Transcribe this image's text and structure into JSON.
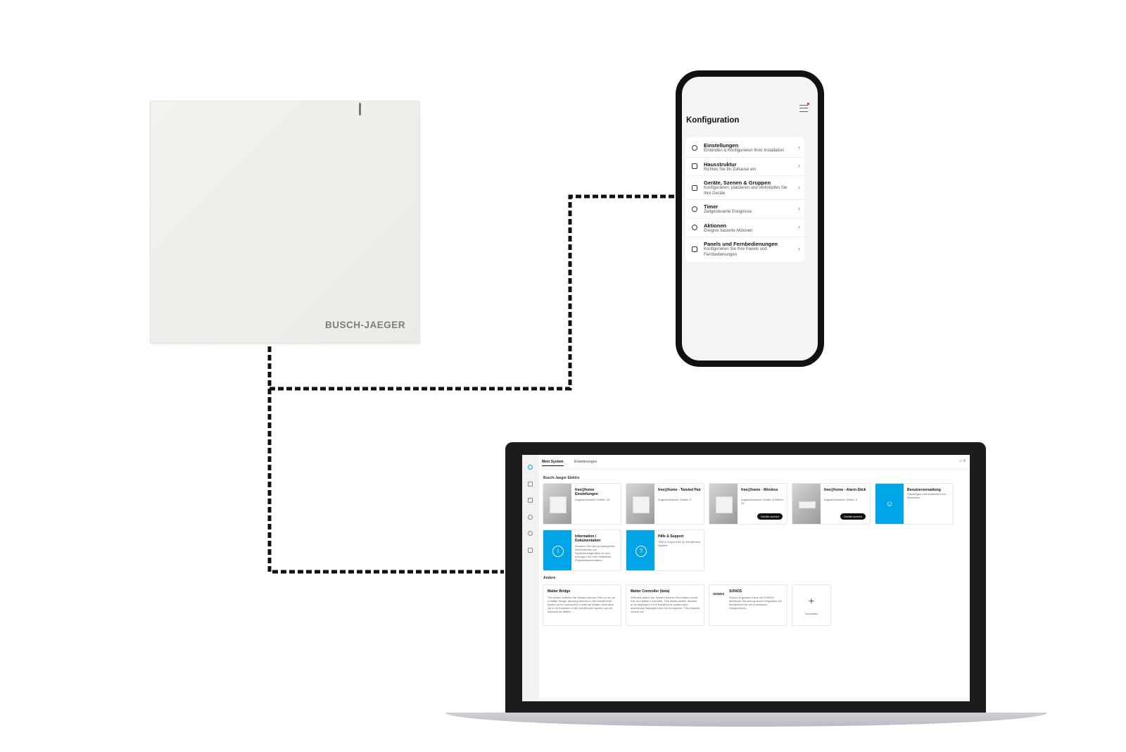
{
  "access_point": {
    "brand": "BUSCH-JAEGER"
  },
  "phone": {
    "title": "Konfiguration",
    "items": [
      {
        "title": "Einstellungen",
        "subtitle": "Einbinden & Konfigurieren Ihrer Installation",
        "icon": "gear-icon"
      },
      {
        "title": "Hausstruktur",
        "subtitle": "Richten Sie Ihr Zuhause ein",
        "icon": "house-structure-icon"
      },
      {
        "title": "Geräte, Szenen & Gruppen",
        "subtitle": "Konfigurieren, platzieren und verknüpfen Sie Ihre Geräte",
        "icon": "devices-icon"
      },
      {
        "title": "Timer",
        "subtitle": "Zeitgesteuerte Ereignisse",
        "icon": "clock-icon"
      },
      {
        "title": "Aktionen",
        "subtitle": "Ereignis basierte Aktionen",
        "icon": "actions-icon"
      },
      {
        "title": "Panels und Fernbedienungen",
        "subtitle": "Konfigurieren Sie Ihre Panels und Fernbedienungen",
        "icon": "panel-icon"
      }
    ]
  },
  "laptop": {
    "tabs": [
      "Mein System",
      "Erweiterungen"
    ],
    "section_bj": "Busch-Jaeger Elektro",
    "section_other": "Andere",
    "cards_row1": [
      {
        "title": "free@home Einstellungen",
        "subtitle": "Angeschlossene Geräte: 15"
      },
      {
        "title": "free@home - Twisted Pair",
        "subtitle": "Angeschlossene Geräte: 9"
      },
      {
        "title": "free@home - Wireless",
        "subtitle": "Angeschlossene Geräte: 6 Befehl: 26",
        "button": "Geräte suchen"
      },
      {
        "title": "free@home - Alarm-Stick",
        "subtitle": "Angeschlossene Geräte: 0",
        "button": "Geräte suchen"
      },
      {
        "title": "Benutzerverwaltung",
        "subtitle": "Hinzufügen und bearbeiten von Benutzern"
      }
    ],
    "cards_row2": [
      {
        "title": "Information / Dokumentation",
        "subtitle": "Schauen Sie sich grundlegende Informationen zur Systemkonfiguration an und erzeugen Sie eine detaillierte Projektdokumentation."
      },
      {
        "title": "Hilfe & Support",
        "subtitle": "Hilfe & Support für Ihr free@home System"
      }
    ],
    "other_cards": [
      {
        "title": "Matter Bridge",
        "subtitle": "The Addon enables the System Access Point to act as a Matter bridge, allowing devices in the free@home system to be connected to external Matter controllers. Up to 54 functions of the free@home system can be exposed as Matter..."
      },
      {
        "title": "Matter Controller (beta)",
        "subtitle": "With this addon the System Access Point takes on the role of a Matter Controller. This allows Matter devices to be displayed in the free@home system and seamlessly integrated into the ecosystem. This enables control via..."
      },
      {
        "title": "SONOS",
        "logo": "SONOS",
        "subtitle": "Sound im ganzen Haus mit SONOS. Mühelose Steuerung durch Integration mit free@home für ein immersives Klangerlebnis."
      }
    ],
    "add_label": "Hochladen"
  },
  "colors": {
    "accent": "#00a5e8",
    "frame": "#1c1c1c",
    "dots": "#111111"
  }
}
